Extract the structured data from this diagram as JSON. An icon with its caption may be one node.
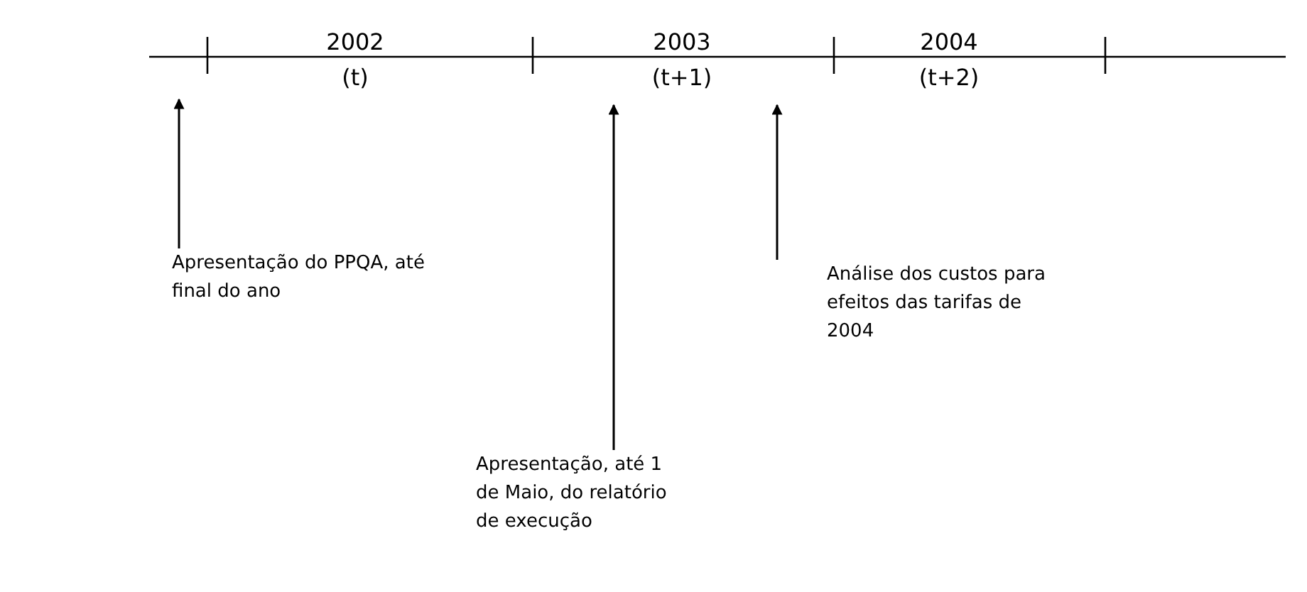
{
  "diagram": {
    "nodes": [
      {
        "text": [
          "Apresentação do PPQA, até final do ano"
        ]
      },
      {
        "text": [
          "Análise dos custos para efeitos das tarifas de 2004"
        ]
      },
      {
        "text": [
          "Apresentação, até 1 de Maio, do relatório de execução"
        ]
      }
    ],
    "edges": [
      {
        "from": 0,
        "to": null,
        "arrow": "to"
      },
      {
        "from": 2,
        "to": null,
        "arrow": "to"
      },
      {
        "from": 1,
        "to": null,
        "arrow": "to"
      }
    ],
    "labels": [
      "2002",
      "2003",
      "2004",
      "(t)",
      "(t+1)",
      "(t+2)"
    ]
  }
}
